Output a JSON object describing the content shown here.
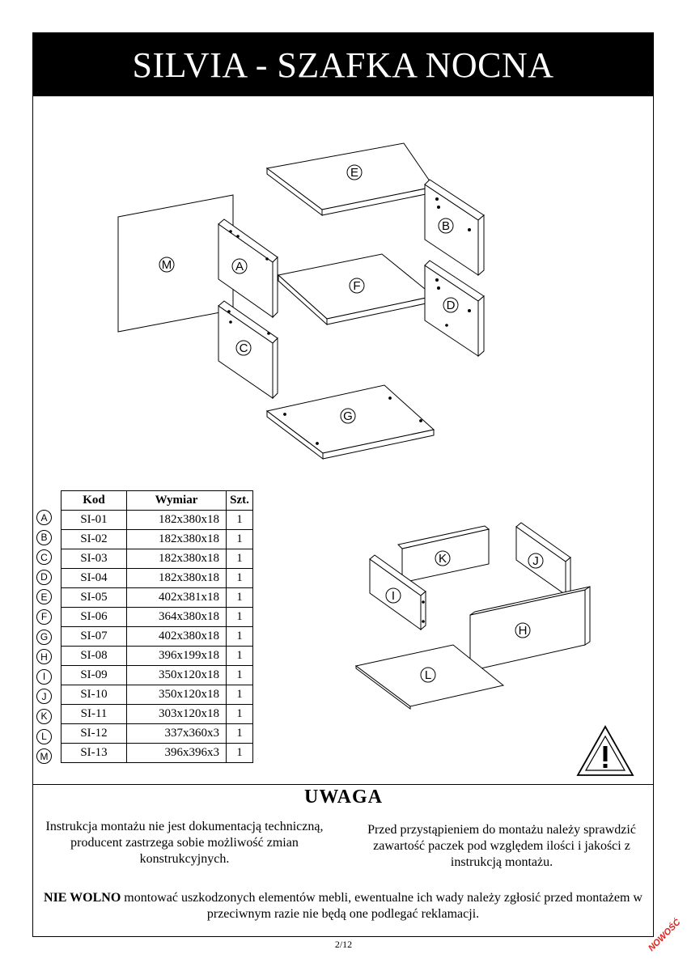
{
  "title": "SILVIA - SZAFKA NOCNA",
  "parts_header": {
    "code": "Kod",
    "dimension": "Wymiar",
    "quantity": "Szt."
  },
  "parts": [
    {
      "letter": "A",
      "code": "SI-01",
      "dimension": "182x380x18",
      "quantity": "1"
    },
    {
      "letter": "B",
      "code": "SI-02",
      "dimension": "182x380x18",
      "quantity": "1"
    },
    {
      "letter": "C",
      "code": "SI-03",
      "dimension": "182x380x18",
      "quantity": "1"
    },
    {
      "letter": "D",
      "code": "SI-04",
      "dimension": "182x380x18",
      "quantity": "1"
    },
    {
      "letter": "E",
      "code": "SI-05",
      "dimension": "402x381x18",
      "quantity": "1"
    },
    {
      "letter": "F",
      "code": "SI-06",
      "dimension": "364x380x18",
      "quantity": "1"
    },
    {
      "letter": "G",
      "code": "SI-07",
      "dimension": "402x380x18",
      "quantity": "1"
    },
    {
      "letter": "H",
      "code": "SI-08",
      "dimension": "396x199x18",
      "quantity": "1"
    },
    {
      "letter": "I",
      "code": "SI-09",
      "dimension": "350x120x18",
      "quantity": "1"
    },
    {
      "letter": "J",
      "code": "SI-10",
      "dimension": "350x120x18",
      "quantity": "1"
    },
    {
      "letter": "K",
      "code": "SI-11",
      "dimension": "303x120x18",
      "quantity": "1"
    },
    {
      "letter": "L",
      "code": "SI-12",
      "dimension": "337x360x3",
      "quantity": "1"
    },
    {
      "letter": "M",
      "code": "SI-13",
      "dimension": "396x396x3",
      "quantity": "1"
    }
  ],
  "notice": {
    "title": "UWAGA",
    "left_text": "Instrukcja montażu nie jest dokumentacją techniczną, producent zastrzega sobie możliwość zmian konstrukcyjnych.",
    "right_text": "Przed przystąpieniem do montażu należy sprawdzić zawartość paczek pod względem ilości i jakości z instrukcją montażu.",
    "bottom_bold": "NIE WOLNO",
    "bottom_text": " montować uszkodzonych elementów mebli, ewentualne ich wady należy zgłosić przed montażem w przeciwnym razie nie będą one podlegać reklamacji."
  },
  "page_number": "2/12",
  "badge": "NOWOŚĆ",
  "colors": {
    "title_bar": "#000000",
    "badge": "#e0201b"
  },
  "icons": {
    "warning": "warning-triangle-icon"
  }
}
